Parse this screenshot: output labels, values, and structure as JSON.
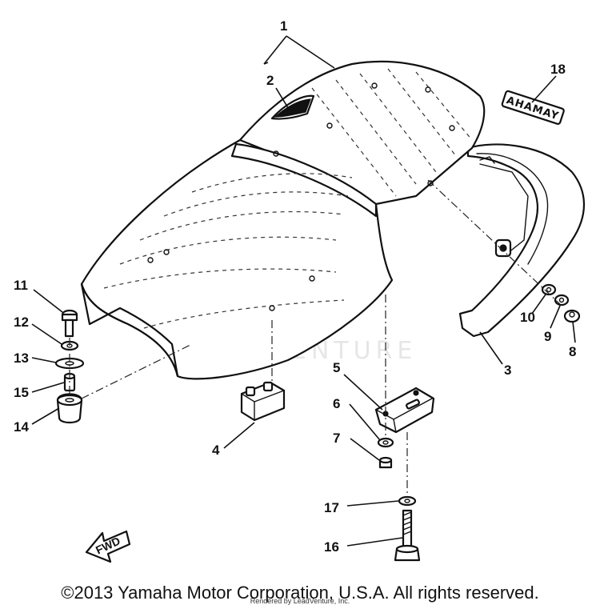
{
  "diagram": {
    "callouts": [
      "1",
      "2",
      "3",
      "4",
      "5",
      "6",
      "7",
      "8",
      "9",
      "10",
      "11",
      "12",
      "13",
      "14",
      "15",
      "16",
      "17",
      "18"
    ],
    "fwd_label": "FWD",
    "emblem_label": "AHAMAY",
    "watermark": "LEADVENTURE"
  },
  "footer": {
    "copyright": "©2013 Yamaha Motor Corporation, U.S.A. All rights reserved.",
    "rendered_by": "Rendered by LeadVenture, Inc."
  }
}
